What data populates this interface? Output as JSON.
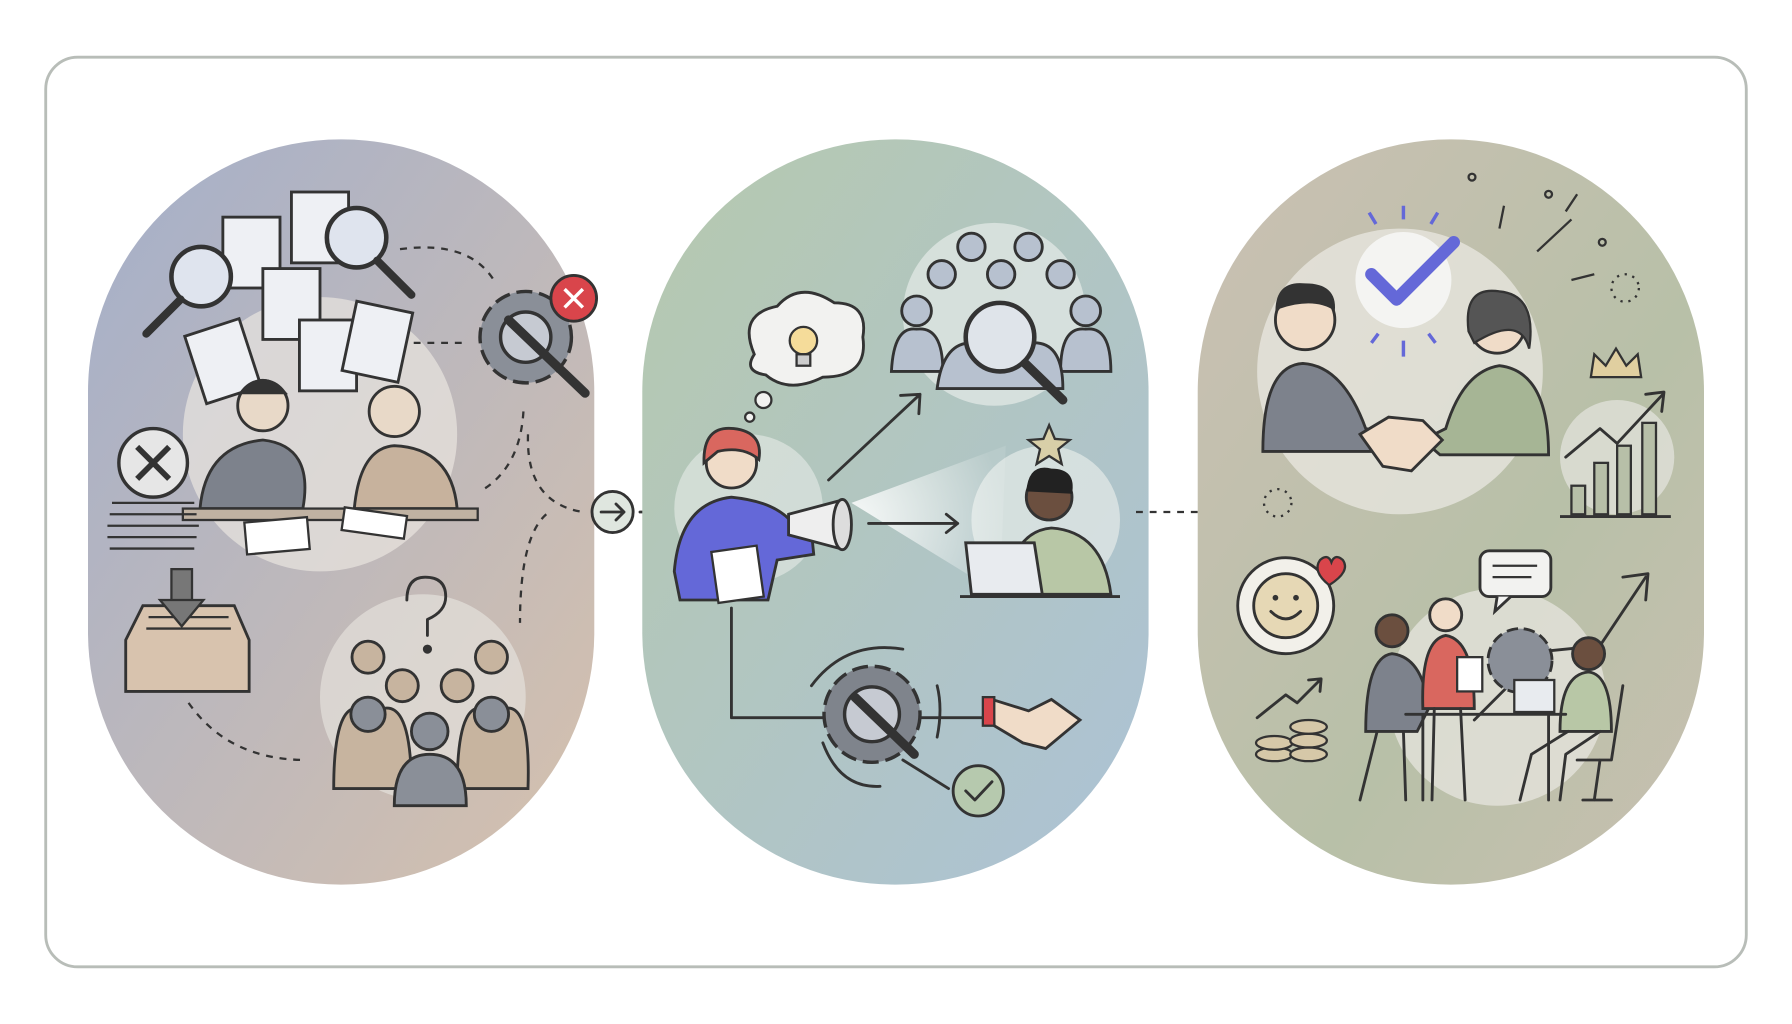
{
  "colors": {
    "frame": "#b8bdb8",
    "panel_problem_a": "#a9b3c8",
    "panel_problem_b": "#d2bfae",
    "panel_solution_a": "#b3c6b1",
    "panel_solution_b": "#aec3d2",
    "panel_result_a": "#c9c0b3",
    "panel_result_b": "#b7bfa8",
    "accent_red": "#d9454b",
    "accent_blue": "#6468d8",
    "accent_green": "#8fae8c",
    "ink": "#333333"
  },
  "panels": [
    {
      "name": "problem",
      "icons": [
        "magnifier-icon",
        "documents-icon",
        "gear-wrench-icon",
        "error-x-icon",
        "frustrated-people-icon",
        "inbox-tray-icon",
        "question-mark-icon",
        "crowd-icon"
      ]
    },
    {
      "name": "solution",
      "icons": [
        "lightbulb-thought-icon",
        "presenter-megaphone-icon",
        "crowd-magnifier-icon",
        "laptop-worker-icon",
        "star-icon",
        "gear-wrench-icon",
        "handshake-icon",
        "checkmark-icon"
      ]
    },
    {
      "name": "result",
      "icons": [
        "big-checkmark-icon",
        "handshake-people-icon",
        "crown-icon",
        "growth-chart-icon",
        "smiley-heart-icon",
        "coins-icon",
        "team-meeting-icon",
        "chat-bubble-icon"
      ]
    }
  ]
}
